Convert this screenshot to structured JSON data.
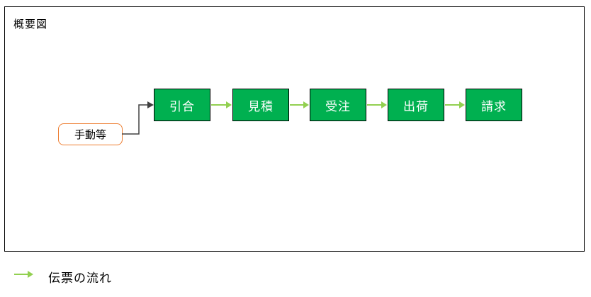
{
  "diagram": {
    "title": "概要図",
    "steps": [
      "引合",
      "見積",
      "受注",
      "出荷",
      "請求"
    ],
    "source_label": "手動等",
    "legend_label": "伝票の流れ",
    "colors": {
      "step_fill": "#00B050",
      "step_border": "#000000",
      "step_text": "#FFFFFF",
      "flow_arrow": "#92D050",
      "source_border": "#ED7D31",
      "connector": "#404040",
      "frame_border": "#000000"
    }
  }
}
